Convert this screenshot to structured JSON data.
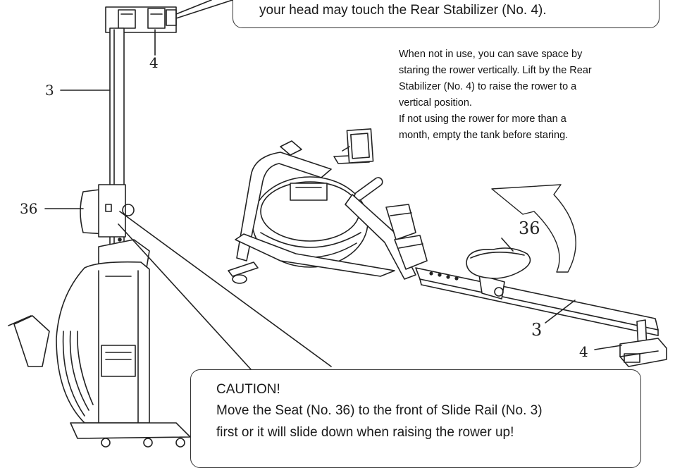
{
  "top_callout": {
    "text": "your head may touch the Rear Stabilizer (No. 4)."
  },
  "info_text": "When not in use, you can  save space by\nstaring the  rower vertically. Lift by the  Rear\nStabilizer (No. 4) to  raise the rower to a\nvertical position.\nIf not using the rower for  more than a\nmonth, empty  the tank before staring.",
  "caution": {
    "title": "CAUTION!",
    "body": "Move the Seat (No. 36) to the front of  Slide Rail (No. 3)\nfirst or it will slide  down when raising the rower up!"
  },
  "labels": {
    "vertical_stabilizer": "4",
    "vertical_rail": "3",
    "vertical_seat": "36",
    "horizontal_seat": "36",
    "horizontal_rail": "3",
    "horizontal_stabilizer": "4"
  }
}
